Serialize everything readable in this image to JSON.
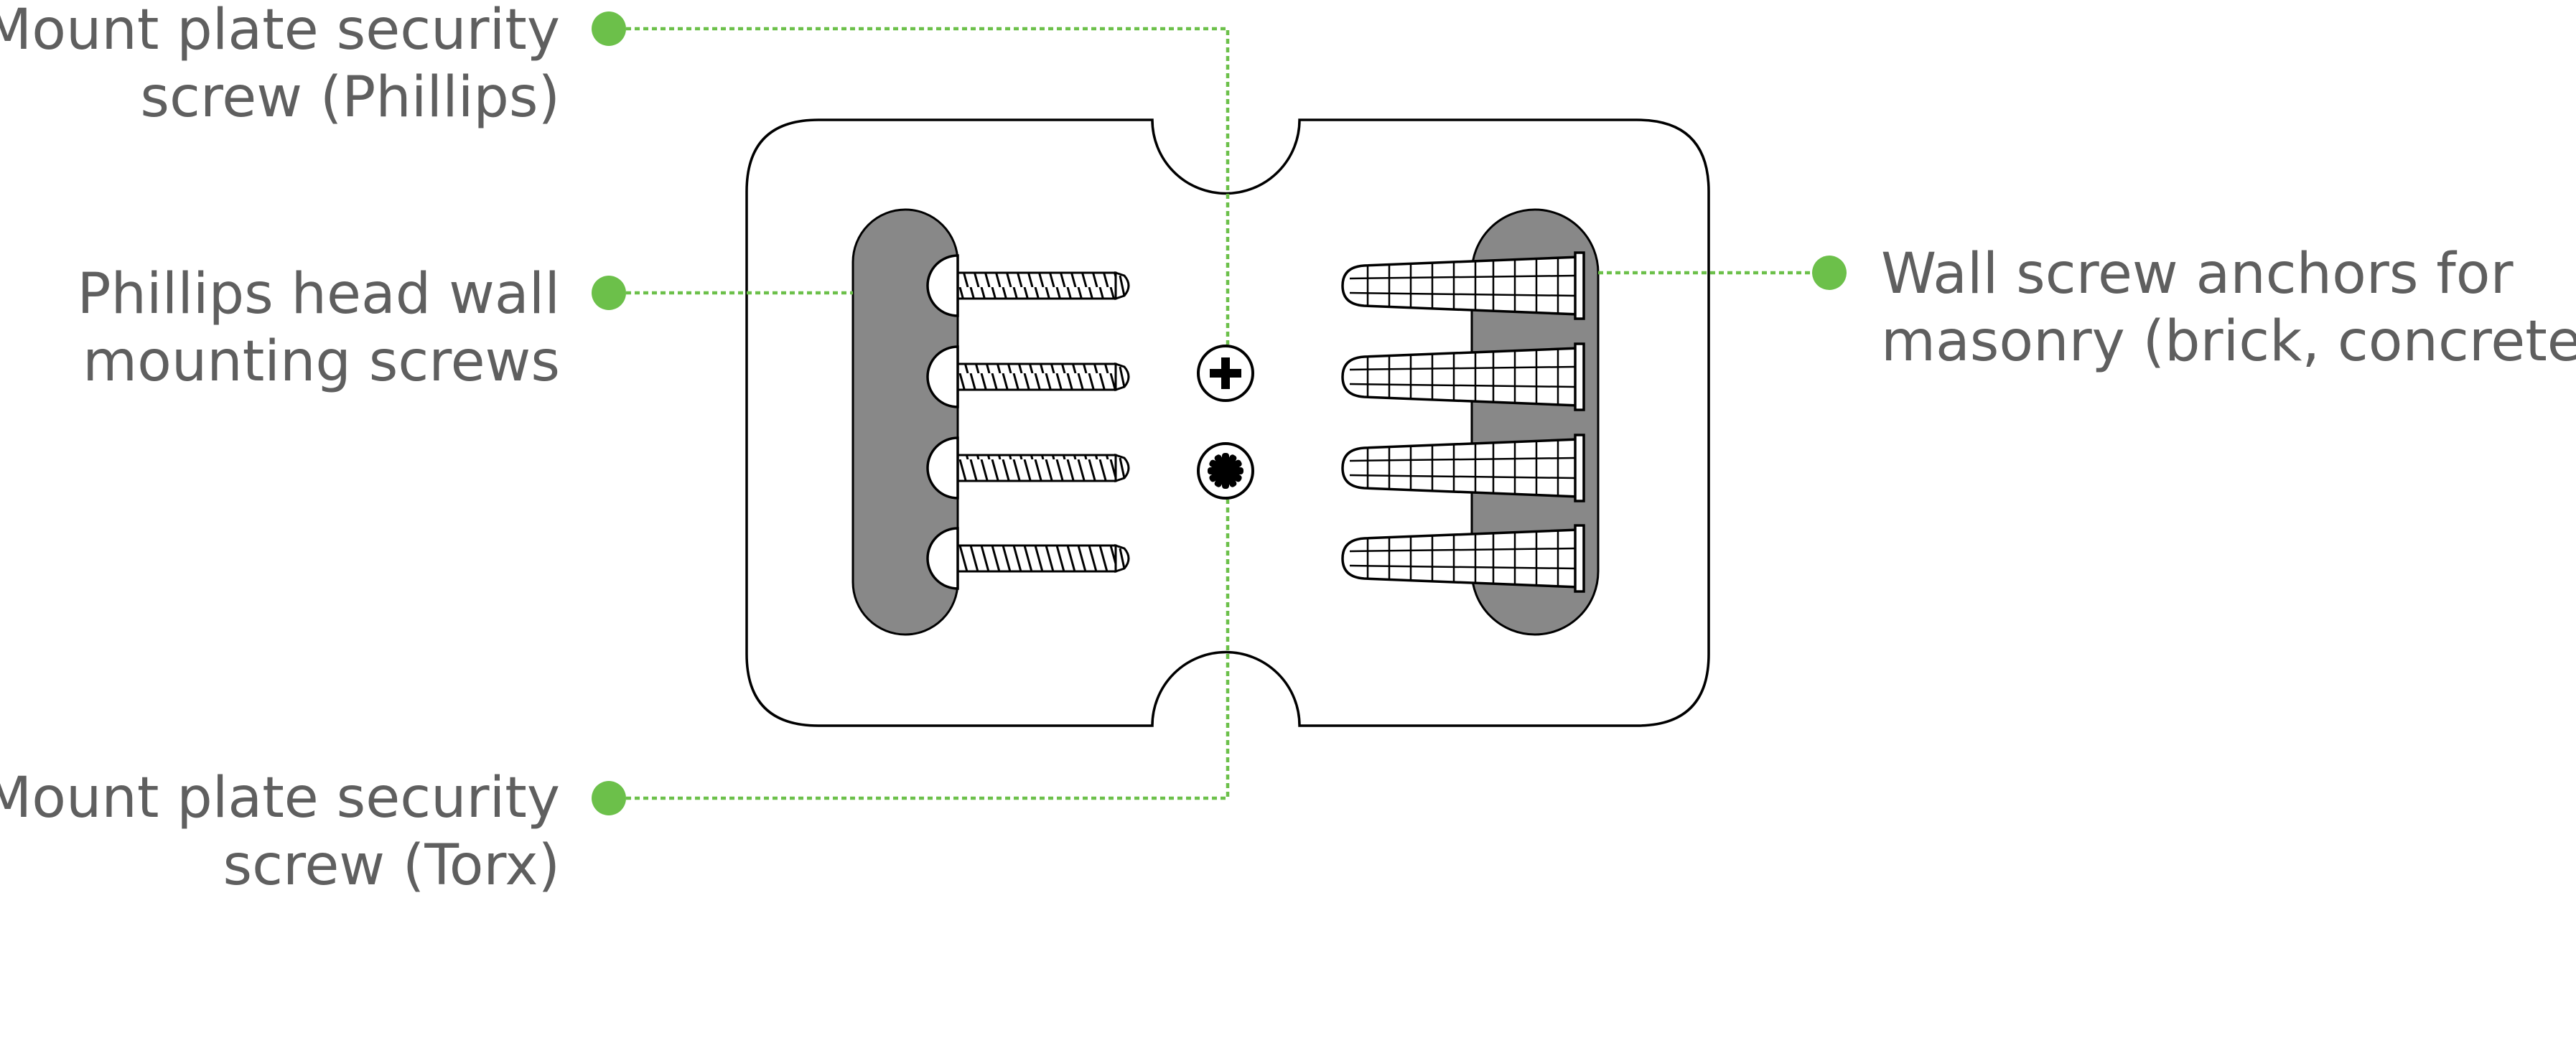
{
  "callouts": {
    "phillips_security_screw": {
      "line1": "Mount plate security",
      "line2": "screw (Phillips)"
    },
    "wall_screws": {
      "line1": "Phillips head wall",
      "line2": "mounting screws"
    },
    "torx_security_screw": {
      "line1": "Mount plate security",
      "line2": "screw (Torx)"
    },
    "anchors": {
      "line1": "Wall screw anchors for",
      "line2": "masonry (brick, concrete)"
    }
  },
  "counts": {
    "wall_screws": 4,
    "anchors": 4
  },
  "colors": {
    "callout_green": "#6cc04a",
    "text_gray": "#5f5f5f",
    "tray_gray": "#888888",
    "outline": "#000000"
  }
}
